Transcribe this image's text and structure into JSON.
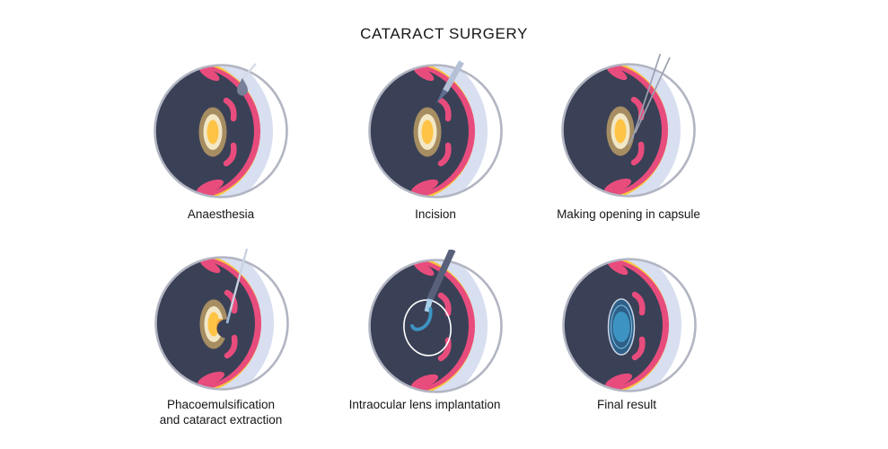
{
  "title": "CATARACT SURGERY",
  "steps": [
    {
      "id": "anaesthesia",
      "label": "Anaesthesia"
    },
    {
      "id": "incision",
      "label": "Incision"
    },
    {
      "id": "capsule-opening",
      "label": "Making opening in capsule"
    },
    {
      "id": "phacoemulsification",
      "label": "Phacoemulsification",
      "label2": "and cataract extraction"
    },
    {
      "id": "iol-implantation",
      "label": "Intraocular lens implantation"
    },
    {
      "id": "final-result",
      "label": "Final result"
    }
  ],
  "colors": {
    "title_text": "#16161A",
    "label_text": "#16161A",
    "eye_outline": "#B2B5C2",
    "sclera_white": "#FFFFFF",
    "vitreous_navy": "#3A4156",
    "iris_pink": "#E84C7D",
    "choroid_yellow": "#F9C440",
    "cornea_lavender": "#D8DFF0",
    "lens_tan": "#A68D62",
    "lens_cream": "#F2E7C6",
    "lens_yellow": "#FFC445",
    "cataract_orange": "#F2A23E",
    "droplet_gray": "#78809A",
    "dropper_light": "#D5DAE6",
    "scalpel_handle": "#B3C0D6",
    "scalpel_blade": "#5E6E8E",
    "needle_gray": "#9BA1B0",
    "probe_light": "#C9D2E0",
    "probe_tip": "#9FB9D6",
    "injector_dark": "#59617A",
    "injector_tip": "#A8CEE8",
    "iol_blue": "#3D94C3",
    "iol_dark_blue": "#2E5F88",
    "iol_light_ring": "#7FC0E0",
    "iol_outline": "#CBD5E8",
    "capsule_outline": "#FFFFFF"
  }
}
